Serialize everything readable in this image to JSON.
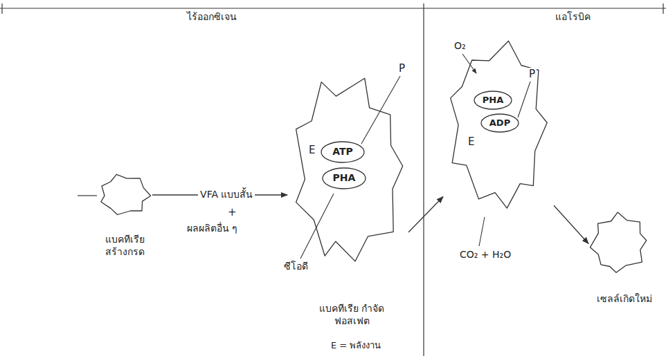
{
  "diagram": {
    "nodes": [
      {
        "text": [
          "แบคทีเรีย สร้างกรด"
        ]
      },
      {
        "text": [
          "E",
          "แบคทีเรีย กำจัดฟอสเฟต"
        ]
      },
      {
        "text": [
          "ATP"
        ],
        "in": 1
      },
      {
        "text": [
          "PHA"
        ],
        "in": 1
      },
      {
        "text": [
          "E"
        ]
      },
      {
        "text": [
          "PHA"
        ],
        "in": 4
      },
      {
        "text": [
          "ADP"
        ],
        "in": 4
      },
      {
        "text": [
          "เซลล์เกิดใหม่"
        ]
      }
    ],
    "edges": [
      {
        "from": 0,
        "to": 1,
        "label": "VFA แบบสั้น",
        "arrow": "to"
      },
      {
        "from": 1,
        "to": 4,
        "arrow": "to"
      },
      {
        "from": 4,
        "to": 7,
        "arrow": "to"
      }
    ],
    "labels": [
      "ไร้ออกซิเจน",
      "แอโรบิค",
      "+",
      "ผลผลิตอื่น ๆ",
      "P",
      "ซีโอดี",
      "E = พลังงาน",
      "O₂",
      "P",
      "CO₂ + H₂O"
    ]
  }
}
